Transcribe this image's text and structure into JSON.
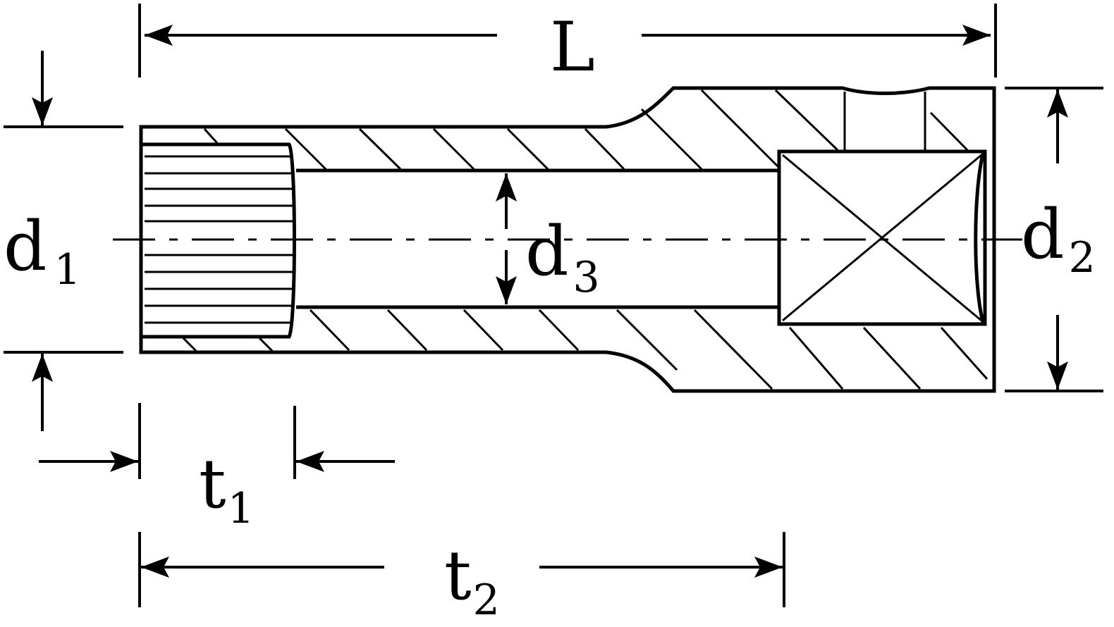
{
  "labels": {
    "L": "L",
    "d1": {
      "base": "d",
      "sub": "1"
    },
    "d2": {
      "base": "d",
      "sub": "2"
    },
    "d3": {
      "base": "d",
      "sub": "3"
    },
    "t1": {
      "base": "t",
      "sub": "1"
    },
    "t2": {
      "base": "t",
      "sub": "2"
    }
  },
  "colors": {
    "ink": "#000000",
    "paper": "#ffffff"
  }
}
